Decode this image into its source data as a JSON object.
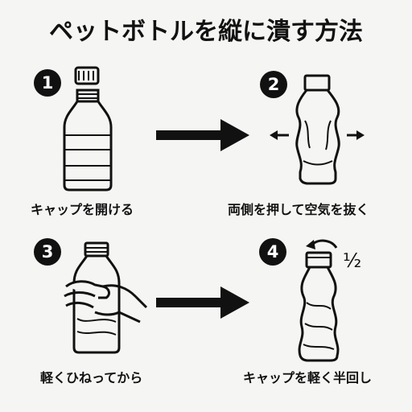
{
  "title": "ペットボトルを縦に潰す方法",
  "steps": [
    {
      "number": "1",
      "caption": "キャップを開ける"
    },
    {
      "number": "2",
      "caption": "両側を押して空気を抜く"
    },
    {
      "number": "3",
      "caption": "軽くひねってから"
    },
    {
      "number": "4",
      "caption": "キャップを軽く半回し"
    }
  ],
  "fraction_label": "½",
  "colors": {
    "ink": "#111111",
    "background": "#f5f5f3"
  }
}
